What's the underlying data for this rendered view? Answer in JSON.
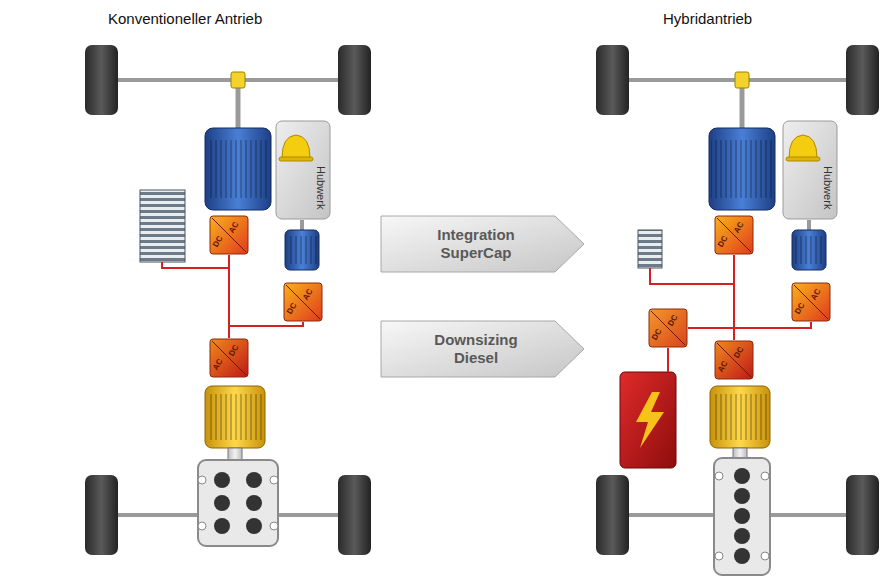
{
  "diagram": {
    "nodes": [
      {
        "text": [
          "Hubwerk"
        ]
      },
      {
        "text": [
          "DC",
          "AC"
        ]
      },
      {
        "text": [
          "DC",
          "AC"
        ]
      },
      {
        "text": [
          "AC",
          "DC"
        ]
      },
      {
        "text": [
          "Integration SuperCap"
        ]
      },
      {
        "text": [
          "Downsizing Diesel"
        ]
      },
      {
        "text": [
          "Hubwerk"
        ]
      },
      {
        "text": [
          "DC",
          "AC"
        ]
      },
      {
        "text": [
          "DC",
          "AC"
        ]
      },
      {
        "text": [
          "DC",
          "DC"
        ]
      },
      {
        "text": [
          "AC",
          "DC"
        ]
      }
    ],
    "edges": [
      {
        "from": 1,
        "to": 3,
        "arrow": "none"
      },
      {
        "from": 2,
        "to": 3,
        "arrow": "none"
      },
      {
        "from": 7,
        "to": 10,
        "arrow": "none"
      },
      {
        "from": 8,
        "to": 10,
        "arrow": "none"
      },
      {
        "from": 9,
        "to": 10,
        "arrow": "none"
      }
    ],
    "labels": [
      "Konventioneller Antrieb",
      "Hybridantrieb"
    ]
  }
}
